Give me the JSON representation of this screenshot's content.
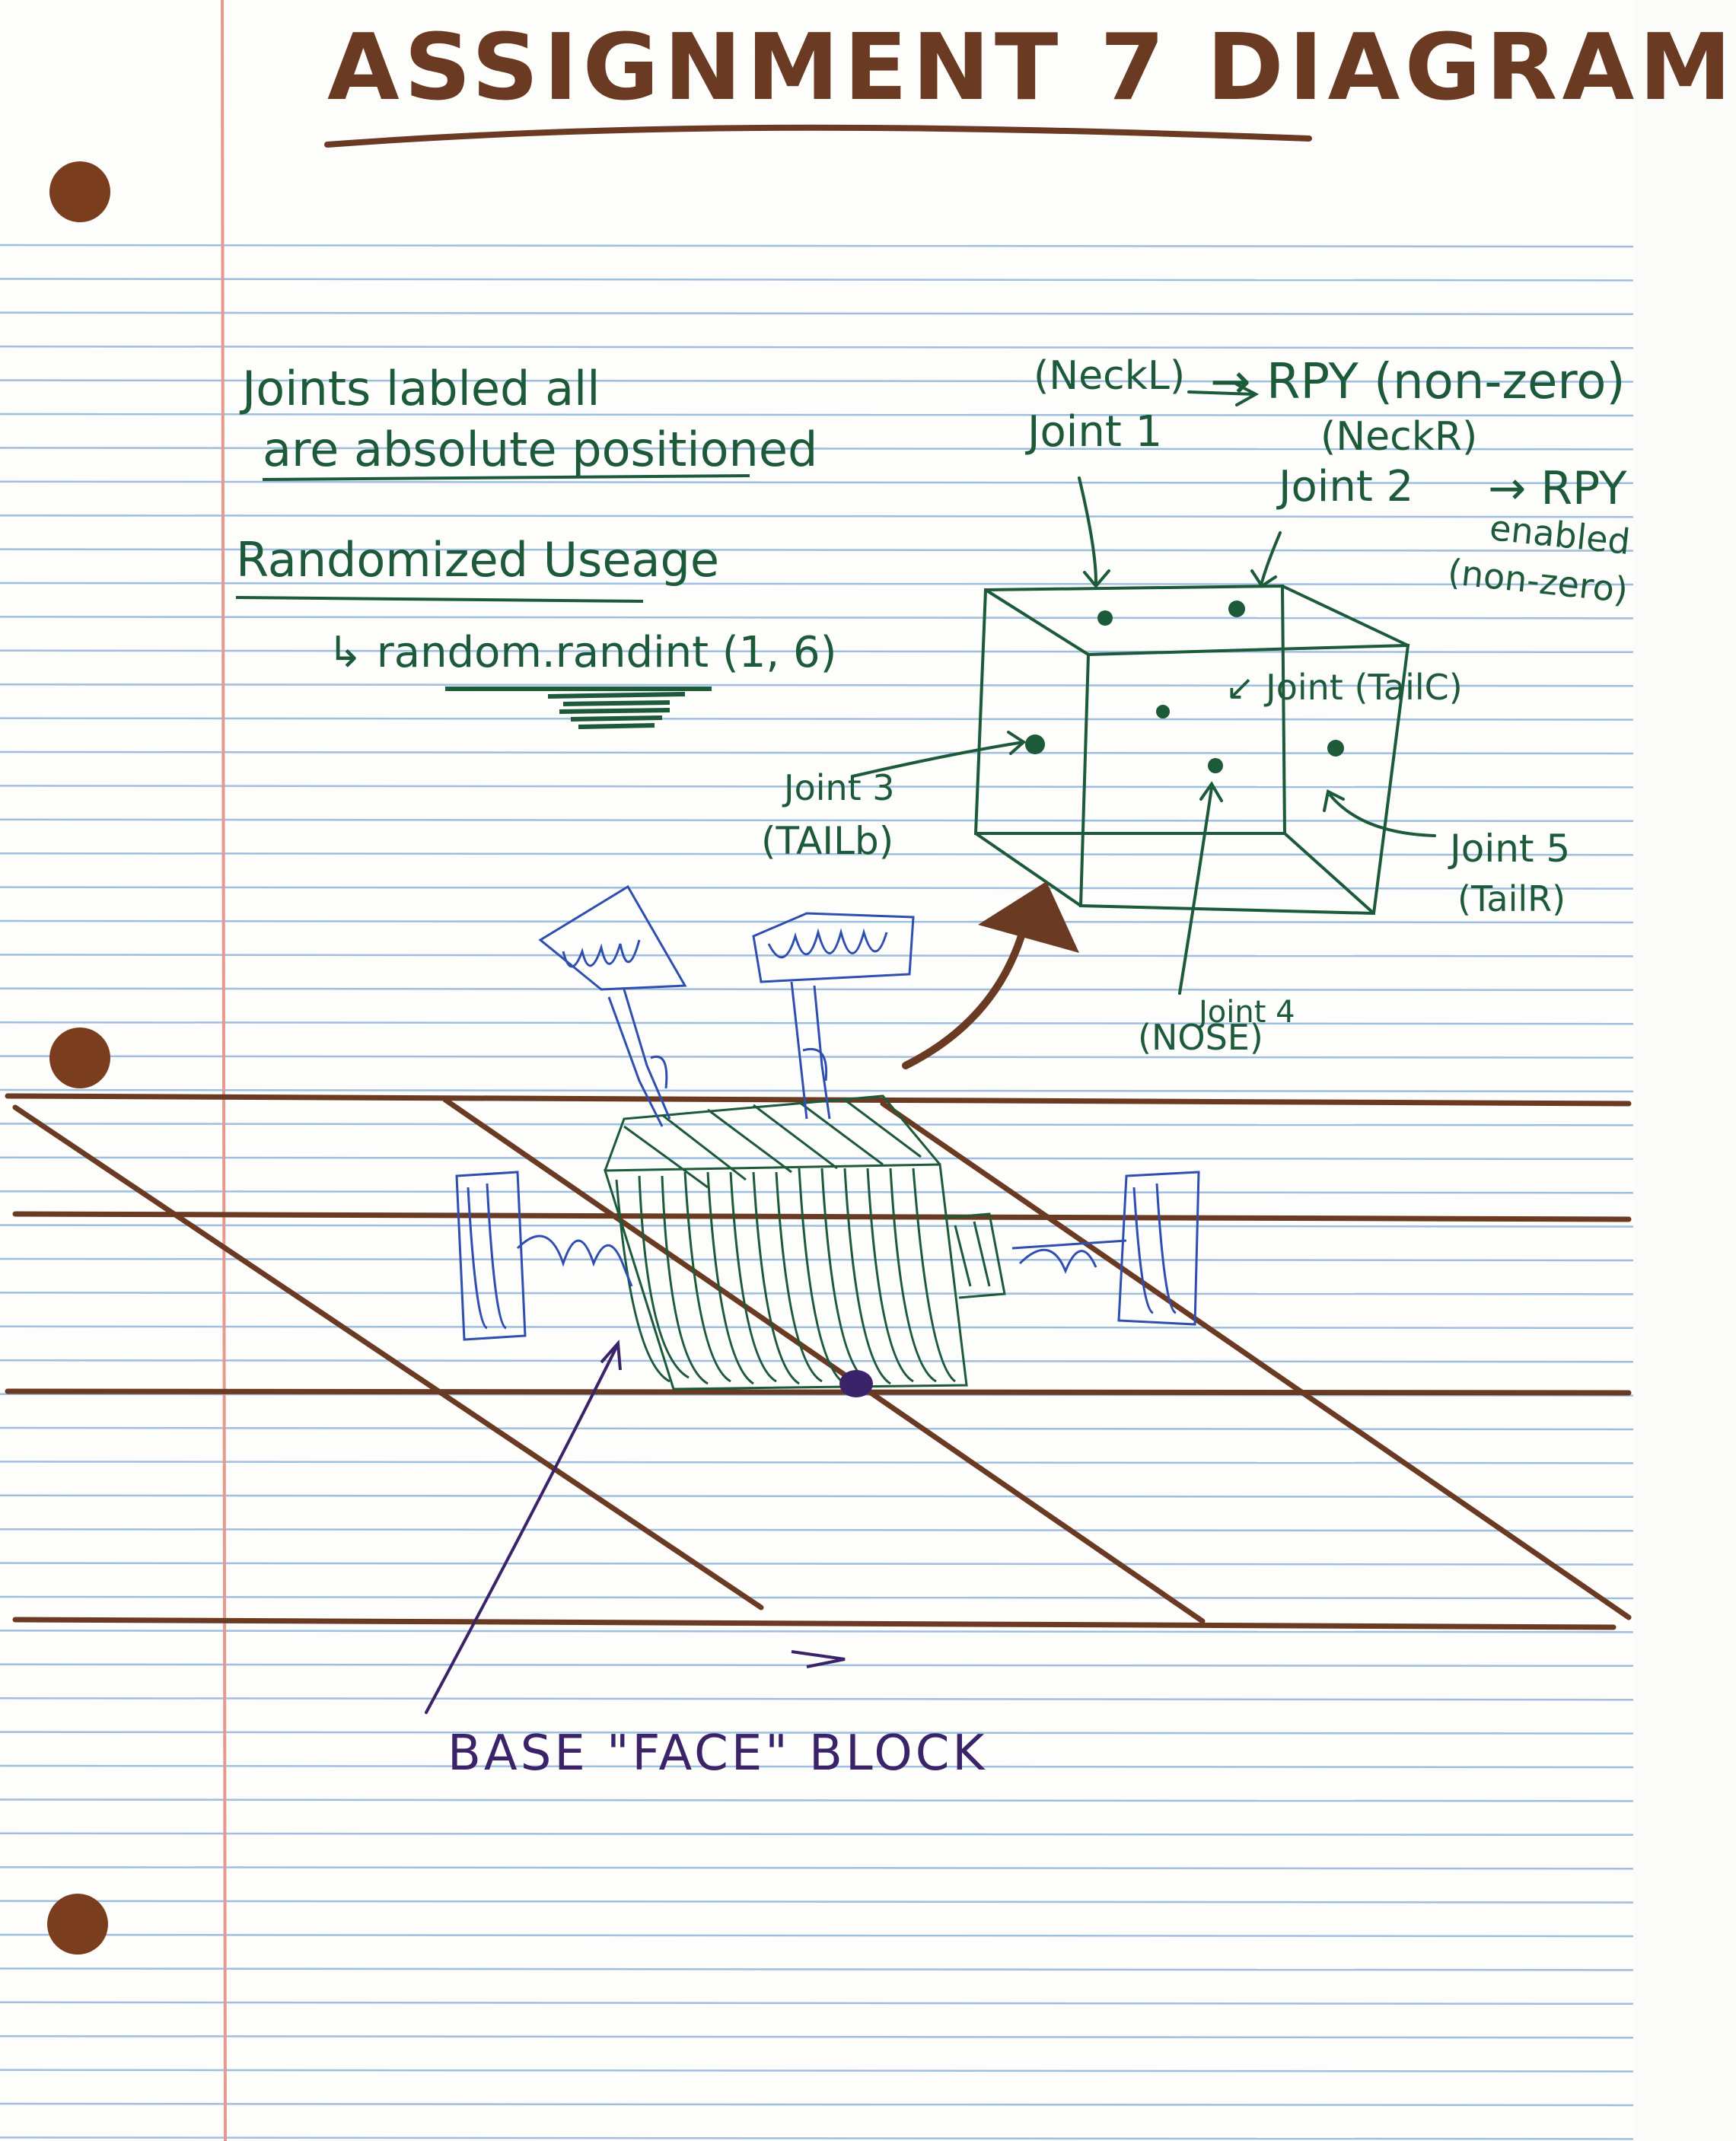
{
  "page": {
    "title": "ASSIGNMENT 7 DIAGRAM"
  },
  "notes": {
    "joints_line1": "Joints labled all",
    "joints_line2": "are absolute positioned",
    "randomized_heading": "Randomized Useage",
    "randomized_code": "↳ random.randint (1, 6)"
  },
  "labels": {
    "neckl": "(NeckL)",
    "joint1": "Joint 1",
    "rpy1": "→ RPY (non-zero)",
    "neckr": "(NeckR)",
    "joint2": "Joint 2",
    "rpy2": "→ RPY",
    "enabled": "enabled",
    "nonzero2": "(non-zero)",
    "joint_tailc": "↙ Joint (TailC)",
    "joint3": "Joint 3",
    "tailb": "(TAILb)",
    "joint4": "Joint 4",
    "nose": "(NOSE)",
    "joint5": "Joint 5",
    "tailr": "(TailR)"
  },
  "caption": "BASE \"FACE\" BLOCK",
  "colors": {
    "paper": "#fdfdfc",
    "rule": "#9fbfe0",
    "margin": "#e59a8f",
    "brown_ink": "#6b3a23",
    "green_ink": "#1c5a3a",
    "blue_ink": "#2f4fb0",
    "purple_ink": "#3a2368",
    "hole": "#7a3d1e"
  }
}
